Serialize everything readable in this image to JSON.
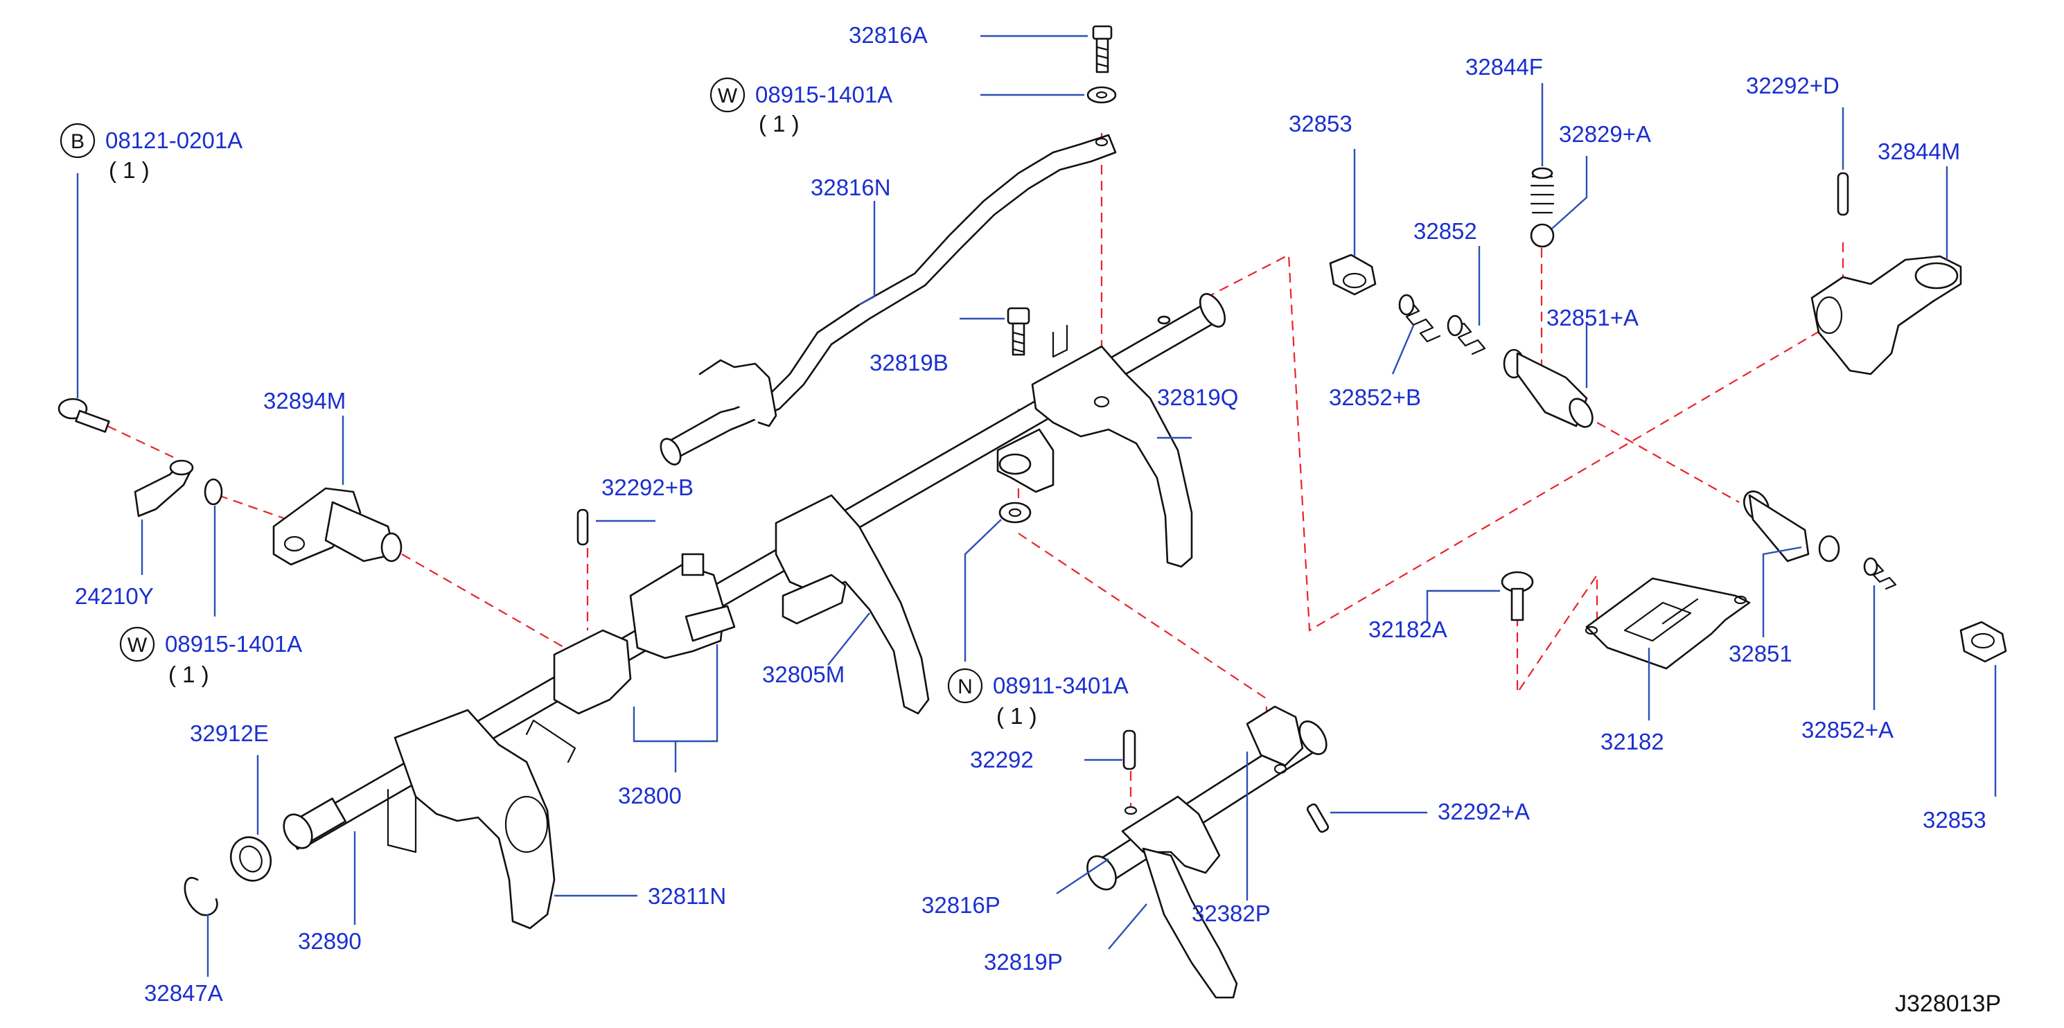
{
  "diagram": {
    "reference_code": "J328013P",
    "colors": {
      "label": "#1a2fd0",
      "leader": "#2b4fb5",
      "dash_line": "#e8242a",
      "line_art": "#111111",
      "background": "#ffffff"
    },
    "callouts": {
      "c32816A": "32816A",
      "c08915_top": "08915-1401A",
      "c08915_top_qty": "( 1 )",
      "c32816N": "32816N",
      "c08121": "08121-0201A",
      "c08121_qty": "( 1 )",
      "c32894M": "32894M",
      "c24210Y": "24210Y",
      "c08915_left": "08915-1401A",
      "c08915_left_qty": "( 1 )",
      "c32292B": "32292+B",
      "c32819B": "32819B",
      "c32819Q": "32819Q",
      "c32805M": "32805M",
      "c32800": "32800",
      "c32912E": "32912E",
      "c32847A": "32847A",
      "c32890": "32890",
      "c32811N": "32811N",
      "c08911": "08911-3401A",
      "c08911_qty": "( 1 )",
      "c32292": "32292",
      "c32292A": "32292+A",
      "c32816P": "32816P",
      "c32382P": "32382P",
      "c32819P": "32819P",
      "c32853_top": "32853",
      "c32844F": "32844F",
      "c32829A": "32829+A",
      "c32852": "32852",
      "c32852B": "32852+B",
      "c32851A": "32851+A",
      "c32292D": "32292+D",
      "c32844M": "32844M",
      "c32182A": "32182A",
      "c32182": "32182",
      "c32851": "32851",
      "c32852A": "32852+A",
      "c32853_bottom": "32853"
    },
    "badges": {
      "w_top": "W",
      "b_left": "B",
      "w_left": "W",
      "n_mid": "N"
    },
    "icons": [
      "bolt-icon",
      "washer-icon",
      "snap-ring-icon",
      "spring-icon",
      "ball-icon",
      "pin-icon",
      "cap-icon"
    ]
  }
}
